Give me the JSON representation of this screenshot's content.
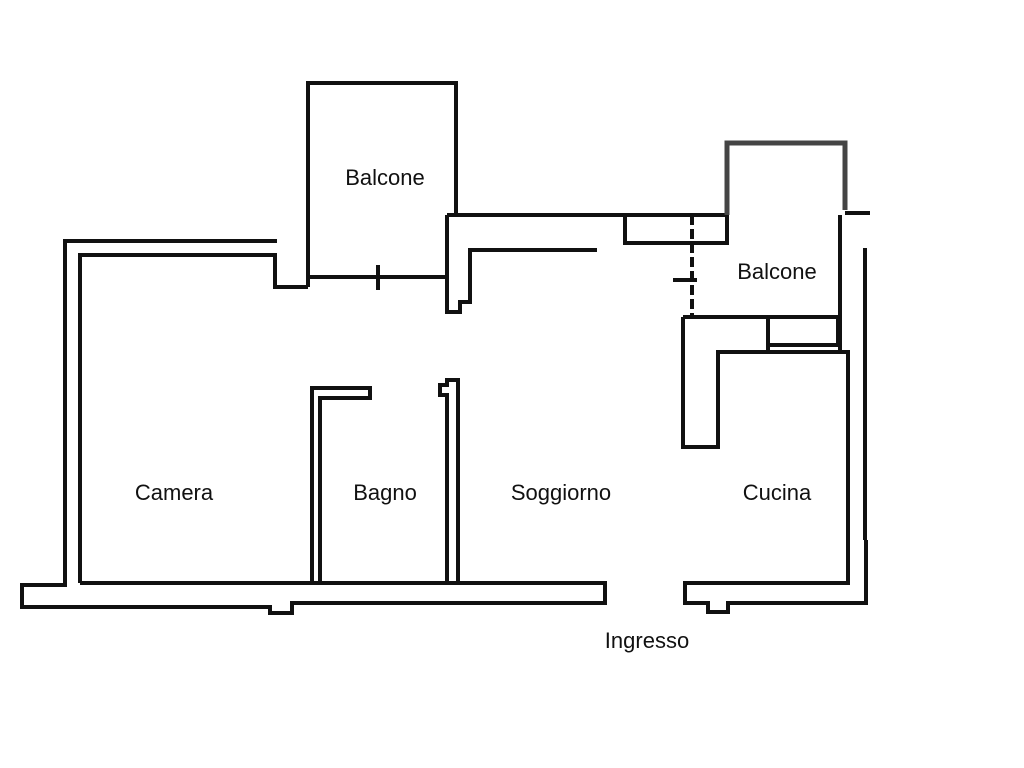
{
  "rooms": {
    "balcone_left": "Balcone",
    "balcone_right": "Balcone",
    "camera": "Camera",
    "bagno": "Bagno",
    "soggiorno": "Soggiorno",
    "cucina": "Cucina",
    "ingresso": "Ingresso"
  }
}
